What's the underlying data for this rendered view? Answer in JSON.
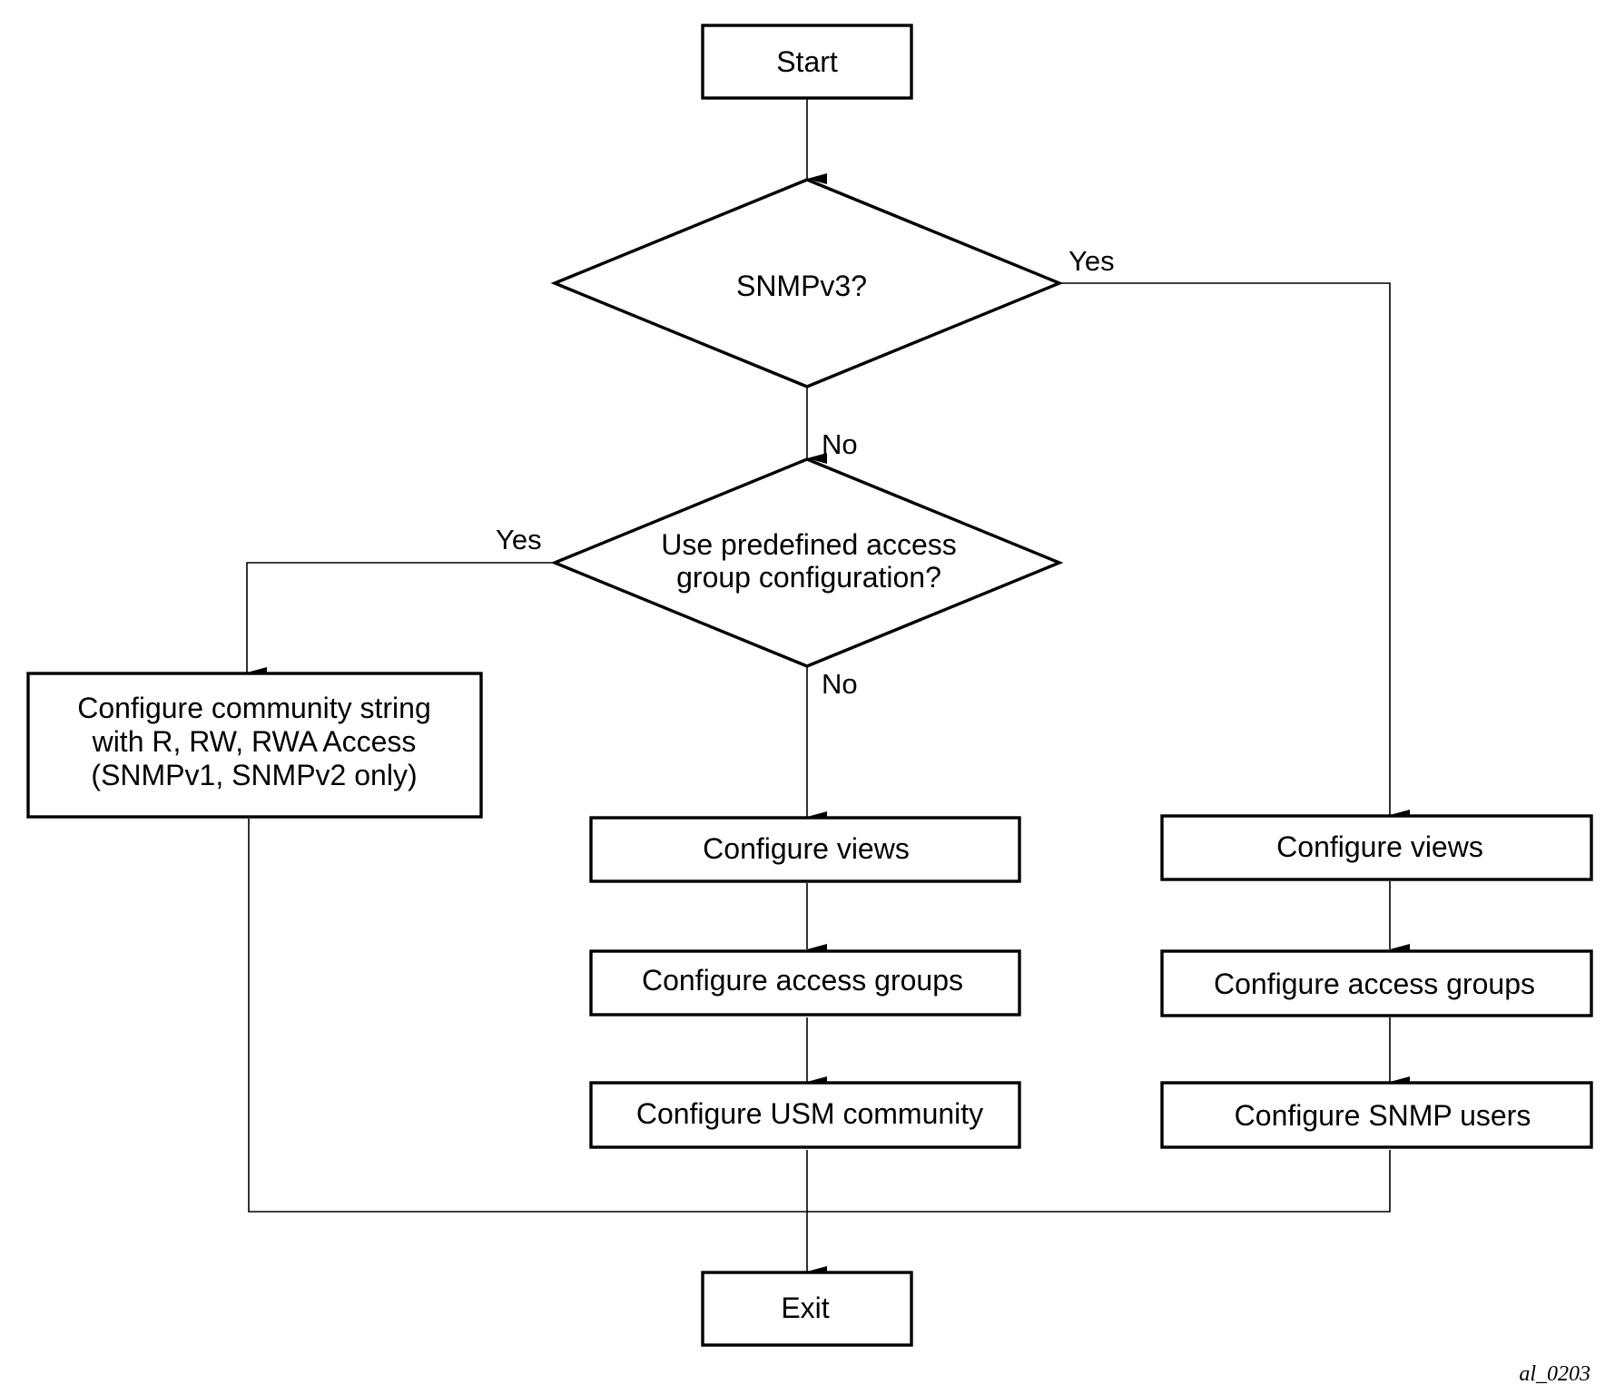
{
  "nodes": {
    "start": "Start",
    "snmpv3_decision": "SNMPv3?",
    "predefined_decision": {
      "line1": "Use predefined access",
      "line2": "group configuration?"
    },
    "community_string": {
      "line1": "Configure community string",
      "line2": "with R, RW, RWA Access",
      "line3": "(SNMPv1, SNMPv2 only)"
    },
    "middle_views": "Configure views",
    "middle_access_groups": "Configure access groups",
    "middle_usm_community": "Configure USM community",
    "right_views": "Configure views",
    "right_access_groups": "Configure access groups",
    "right_snmp_users": "Configure SNMP users",
    "exit": "Exit"
  },
  "edge_labels": {
    "snmpv3_yes": "Yes",
    "snmpv3_no": "No",
    "predefined_yes": "Yes",
    "predefined_no": "No"
  },
  "figure_id": "al_0203"
}
